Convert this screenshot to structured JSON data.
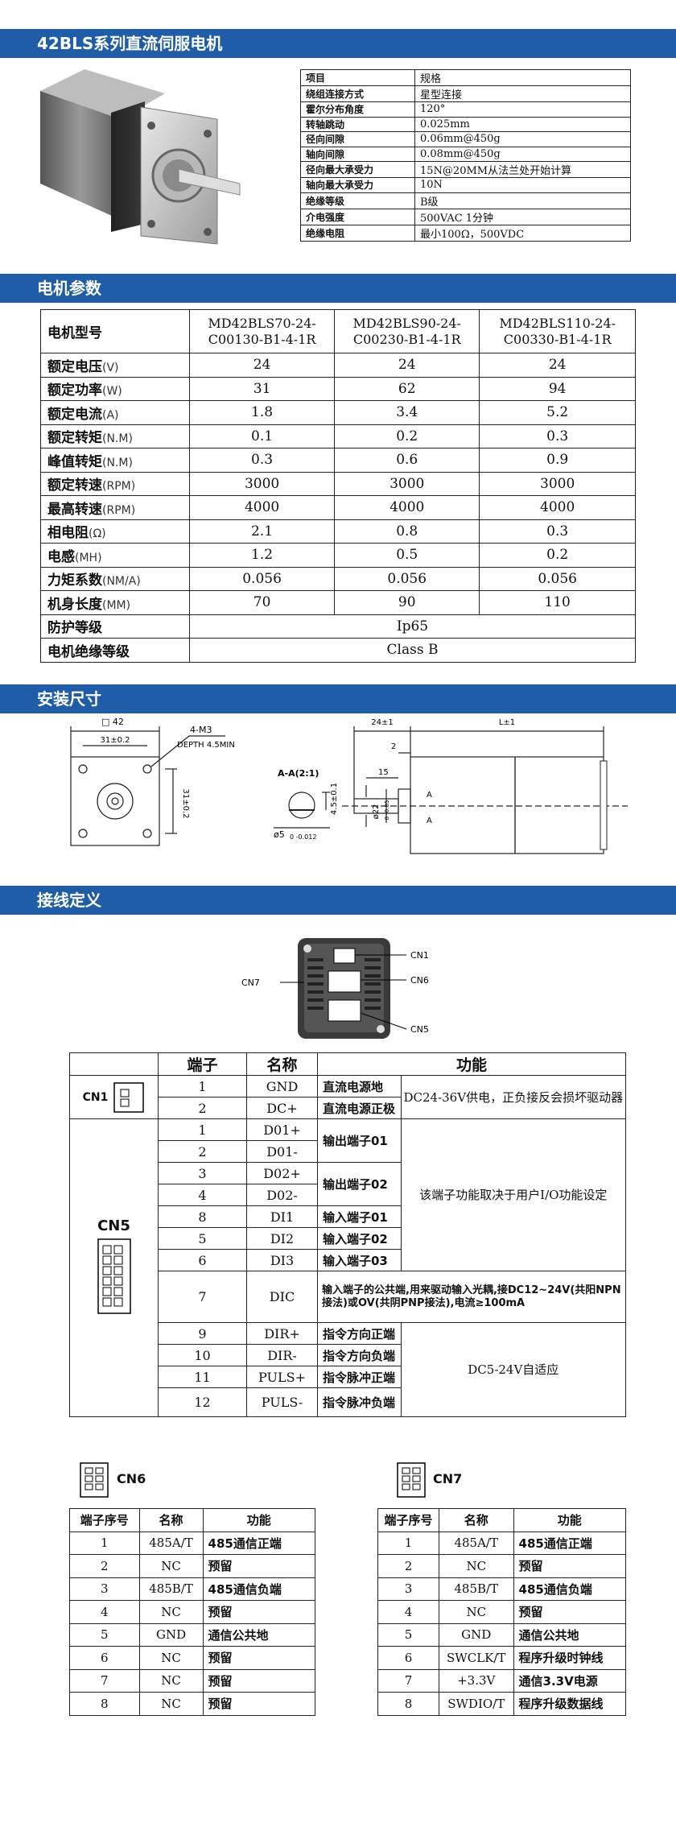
{
  "sections": {
    "title": "42BLS系列直流伺服电机",
    "params": "电机参数",
    "dimensions": "安装尺寸",
    "wiring": "接线定义"
  },
  "spec": [
    {
      "k": "项目",
      "v": "规格"
    },
    {
      "k": "绕组连接方式",
      "v": "星型连接"
    },
    {
      "k": "霍尔分布角度",
      "v": "120°"
    },
    {
      "k": "转轴跳动",
      "v": "0.025mm"
    },
    {
      "k": "径向间隙",
      "v": "0.06mm@450g"
    },
    {
      "k": "轴向间隙",
      "v": "0.08mm@450g"
    },
    {
      "k": "径向最大承受力",
      "v": "15N@20MM从法兰处开始计算"
    },
    {
      "k": "轴向最大承受力",
      "v": "10N"
    },
    {
      "k": "绝缘等级",
      "v": "B级"
    },
    {
      "k": "介电强度",
      "v": "500VAC 1分钟"
    },
    {
      "k": "绝缘电阻",
      "v": "最小100Ω，500VDC"
    }
  ],
  "params": {
    "model_label": "电机型号",
    "models": [
      [
        "MD42BLS70-24-",
        "C00130-B1-4-1R"
      ],
      [
        "MD42BLS90-24-",
        "C00230-B1-4-1R"
      ],
      [
        "MD42BLS110-24-",
        "C00330-B1-4-1R"
      ]
    ],
    "rows": [
      {
        "k": "额定电压",
        "u": "(V)",
        "v": [
          "24",
          "24",
          "24"
        ]
      },
      {
        "k": "额定功率",
        "u": "(W)",
        "v": [
          "31",
          "62",
          "94"
        ]
      },
      {
        "k": "额定电流",
        "u": "(A)",
        "v": [
          "1.8",
          "3.4",
          "5.2"
        ]
      },
      {
        "k": "额定转矩",
        "u": "(N.M)",
        "v": [
          "0.1",
          "0.2",
          "0.3"
        ]
      },
      {
        "k": "峰值转矩",
        "u": "(N.M)",
        "v": [
          "0.3",
          "0.6",
          "0.9"
        ]
      },
      {
        "k": "额定转速",
        "u": "(RPM)",
        "v": [
          "3000",
          "3000",
          "3000"
        ]
      },
      {
        "k": "最高转速",
        "u": "(RPM)",
        "v": [
          "4000",
          "4000",
          "4000"
        ]
      },
      {
        "k": "相电阻",
        "u": "(Ω)",
        "v": [
          "2.1",
          "0.8",
          "0.3"
        ]
      },
      {
        "k": "电感",
        "u": "(MH)",
        "v": [
          "1.2",
          "0.5",
          "0.2"
        ]
      },
      {
        "k": "力矩系数",
        "u": "(NM/A)",
        "v": [
          "0.056",
          "0.056",
          "0.056"
        ]
      },
      {
        "k": "机身长度",
        "u": "(MM)",
        "v": [
          "70",
          "90",
          "110"
        ]
      }
    ],
    "protection_label": "防护等级",
    "protection_value": "Ip65",
    "insulation_label": "电机绝缘等级",
    "insulation_value": "Class B"
  },
  "dims": {
    "front_w": "□ 42",
    "hole_pitch": "31±0.2",
    "hole_pitch_v": "31±0.2",
    "holes": "4-M3",
    "depth": "DEPTH 4.5MIN",
    "section": "A-A(2:1)",
    "flat": "4.5±0.1",
    "shaft": "ø5",
    "shaft_tol": "0 -0.012",
    "len24": "24±1",
    "len2": "2",
    "len15": "15",
    "lenL": "L±1",
    "pilot": "ø22",
    "pilot_tol": "0 -0.05",
    "a1": "A",
    "a2": "A"
  },
  "drive": {
    "cn1": "CN1",
    "cn6": "CN6",
    "cn7": "CN7",
    "cn5": "CN5"
  },
  "wiring": {
    "headers": [
      "端子",
      "名称",
      "功能"
    ],
    "cn1_label": "CN1",
    "cn5_label": "CN5",
    "cn1": [
      {
        "n": "1",
        "name": "GND",
        "f": "直流电源地"
      },
      {
        "n": "2",
        "name": "DC+",
        "f": "直流电源正极"
      }
    ],
    "cn1_note": "DC24-36V供电，正负接反会损坏驱动器",
    "cn5": [
      {
        "n": "1",
        "name": "D01+"
      },
      {
        "n": "2",
        "name": "D01-"
      },
      {
        "n": "3",
        "name": "D02+"
      },
      {
        "n": "4",
        "name": "D02-"
      },
      {
        "n": "8",
        "name": "DI1",
        "f": "输入端子01"
      },
      {
        "n": "5",
        "name": "DI2",
        "f": "输入端子02"
      },
      {
        "n": "6",
        "name": "DI3",
        "f": "输入端子03"
      },
      {
        "n": "7",
        "name": "DIC",
        "f": "输入端子的公共端,用来驱动输入光耦,接DC12~24V(共阳NPN接法)或OV(共阴PNP接法),电流≥100mA"
      },
      {
        "n": "9",
        "name": "DIR+",
        "f": "指令方向正端"
      },
      {
        "n": "10",
        "name": "DIR-",
        "f": "指令方向负端"
      },
      {
        "n": "11",
        "name": "PULS+",
        "f": "指令脉冲正端"
      },
      {
        "n": "12",
        "name": "PULS-",
        "f": "指令脉冲负端"
      }
    ],
    "out01": "输出端子01",
    "out02": "输出端子02",
    "io_note": "该端子功能取决于用户I/O功能设定",
    "dc_note": "DC5-24V自适应"
  },
  "cn6": {
    "label": "CN6",
    "headers": [
      "端子序号",
      "名称",
      "功能"
    ],
    "rows": [
      [
        "1",
        "485A/T",
        "485通信正端"
      ],
      [
        "2",
        "NC",
        "预留"
      ],
      [
        "3",
        "485B/T",
        "485通信负端"
      ],
      [
        "4",
        "NC",
        "预留"
      ],
      [
        "5",
        "GND",
        "通信公共地"
      ],
      [
        "6",
        "NC",
        "预留"
      ],
      [
        "7",
        "NC",
        "预留"
      ],
      [
        "8",
        "NC",
        "预留"
      ]
    ]
  },
  "cn7": {
    "label": "CN7",
    "headers": [
      "端子序号",
      "名称",
      "功能"
    ],
    "rows": [
      [
        "1",
        "485A/T",
        "485通信正端"
      ],
      [
        "2",
        "NC",
        "预留"
      ],
      [
        "3",
        "485B/T",
        "485通信负端"
      ],
      [
        "4",
        "NC",
        "预留"
      ],
      [
        "5",
        "GND",
        "通信公共地"
      ],
      [
        "6",
        "SWCLK/T",
        "程序升级时钟线"
      ],
      [
        "7",
        "+3.3V",
        "通信3.3V电源"
      ],
      [
        "8",
        "SWDIO/T",
        "程序升级数据线"
      ]
    ]
  }
}
